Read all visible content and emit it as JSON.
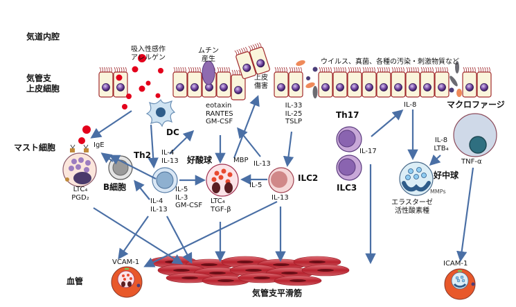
{
  "title": "気管支喘息の病態（細胞・メディエーター相関図）",
  "regions": {
    "airway_lumen": "気道内腔",
    "bronchial_epithelium_line1": "気管支",
    "bronchial_epithelium_line2": "上皮細胞",
    "vessel": "血管",
    "smooth_muscle": "気管支平滑筋"
  },
  "annotations": {
    "allergen_line1": "吸入性感作",
    "allergen_line2": "アレルゲン",
    "mucin_line1": "ムチン",
    "mucin_line2": "産生",
    "epithelial_damage_line1": "上皮",
    "epithelial_damage_line2": "傷害",
    "pathogens": "ウイルス、真菌、各種の汚染・刺激物質など"
  },
  "cells": {
    "dc": "DC",
    "mast_cell": "マスト細胞",
    "b_cell": "B細胞",
    "th2": "Th2",
    "eosinophil": "好酸球",
    "ilc2": "ILC2",
    "th17": "Th17",
    "ilc3": "ILC3",
    "macrophage": "マクロファージ",
    "neutrophil": "好中球"
  },
  "mediators": {
    "ige": "IgE",
    "mast_products": [
      "LTC₄",
      "PGD₂"
    ],
    "dc_to_eos_path": [
      "IL-4",
      "IL-13"
    ],
    "th2_to_b": [
      "IL-4",
      "IL-13"
    ],
    "th2_to_eos": [
      "IL-5",
      "IL-3",
      "GM-CSF"
    ],
    "epithelial_chemokines": [
      "eotaxin",
      "RANTES",
      "GM-CSF"
    ],
    "eos_products": [
      "LTC₄",
      "TGF-β"
    ],
    "mbp": "MBP",
    "ilc2_to_epi": "IL-13",
    "ilc2_to_eos": "IL-5",
    "ilc2_out": "IL-13",
    "alarmins": [
      "IL-33",
      "IL-25",
      "TSLP"
    ],
    "il17": "IL-17",
    "il8_epi": "IL-8",
    "macrophage_out": [
      "IL-8",
      "LTB₄"
    ],
    "tnf": "TNF-α",
    "mmps": "MMPs",
    "neutrophil_products": [
      "エラスターゼ",
      "活性酸素種"
    ],
    "vcam": "VCAM-1",
    "icam": "ICAM-1"
  },
  "colors": {
    "arrow": "#4a6fa5",
    "allergen": "#e3001b",
    "epithelium_fill": "#faf5dc",
    "epithelium_stroke": "#a0282c",
    "nucleus": "#6b3f8f",
    "vessel": "#e8582a",
    "muscle": "#c0303a"
  }
}
